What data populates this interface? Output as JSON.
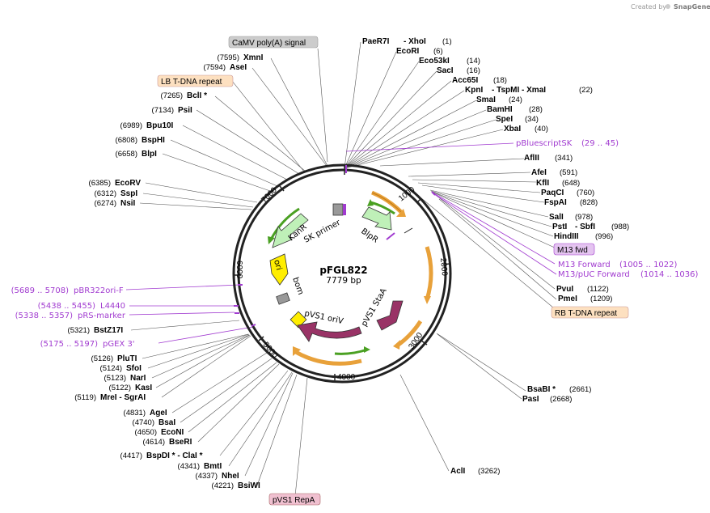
{
  "credit": {
    "text": "Created by",
    "brand": "SnapGene"
  },
  "map": {
    "name": "pFGL822",
    "size": "7779 bp"
  },
  "ticks": [
    "1000",
    "2000",
    "3000",
    "4000",
    "5000",
    "6000",
    "7000"
  ],
  "features_inner": {
    "kanR": "KanR",
    "blpR": "BlpR",
    "sk_primer": "SK primer",
    "ori": "ori",
    "bom": "bom",
    "pvs1_oriv": "pVS1 oriV",
    "pvs1_staa": "pVS1 StaA"
  },
  "boxed": {
    "camv": "CaMV poly(A) signal",
    "lb": "LB T-DNA repeat",
    "rb": "RB T-DNA repeat",
    "repa": "pVS1 RepA",
    "m13fwd": "M13 fwd"
  },
  "sites_right": [
    {
      "name": "PaeR7I",
      "extra": "- XhoI",
      "pos": "(1)"
    },
    {
      "name": "EcoRI",
      "extra": "",
      "pos": "(6)"
    },
    {
      "name": "Eco53kI",
      "extra": "",
      "pos": "(14)"
    },
    {
      "name": "SacI",
      "extra": "",
      "pos": "(16)"
    },
    {
      "name": "Acc65I",
      "extra": "",
      "pos": "(18)"
    },
    {
      "name": "KpnI",
      "extra": "- TspMI - XmaI",
      "pos": "(22)"
    },
    {
      "name": "SmaI",
      "extra": "",
      "pos": "(24)"
    },
    {
      "name": "BamHI",
      "extra": "",
      "pos": "(28)"
    },
    {
      "name": "SpeI",
      "extra": "",
      "pos": "(34)"
    },
    {
      "name": "XbaI",
      "extra": "",
      "pos": "(40)"
    },
    {
      "name": "AflII",
      "extra": "",
      "pos": "(341)"
    },
    {
      "name": "AfeI",
      "extra": "",
      "pos": "(591)"
    },
    {
      "name": "KflI",
      "extra": "",
      "pos": "(648)"
    },
    {
      "name": "PaqCI",
      "extra": "",
      "pos": "(760)"
    },
    {
      "name": "FspAI",
      "extra": "",
      "pos": "(828)"
    },
    {
      "name": "SalI",
      "extra": "",
      "pos": "(978)"
    },
    {
      "name": "PstI",
      "extra": "- SbfI",
      "pos": "(988)"
    },
    {
      "name": "HindIII",
      "extra": "",
      "pos": "(996)"
    },
    {
      "name": "PvuI",
      "extra": "",
      "pos": "(1122)"
    },
    {
      "name": "PmeI",
      "extra": "",
      "pos": "(1209)"
    },
    {
      "name": "BsaBI *",
      "extra": "",
      "pos": "(2661)"
    },
    {
      "name": "PasI",
      "extra": "",
      "pos": "(2668)"
    },
    {
      "name": "AclI",
      "extra": "",
      "pos": "(3262)"
    }
  ],
  "sites_left": [
    {
      "name": "XmnI",
      "pos": "(7595)"
    },
    {
      "name": "AseI",
      "pos": "(7594)"
    },
    {
      "name": "BclI *",
      "pos": "(7265)"
    },
    {
      "name": "PsiI",
      "pos": "(7134)"
    },
    {
      "name": "Bpu10I",
      "pos": "(6989)"
    },
    {
      "name": "BspHI",
      "pos": "(6808)"
    },
    {
      "name": "BlpI",
      "pos": "(6658)"
    },
    {
      "name": "EcoRV",
      "pos": "(6385)"
    },
    {
      "name": "SspI",
      "pos": "(6312)"
    },
    {
      "name": "NsiI",
      "pos": "(6274)"
    },
    {
      "name": "BstZ17I",
      "pos": "(5321)"
    },
    {
      "name": "PluTI",
      "pos": "(5126)"
    },
    {
      "name": "SfoI",
      "pos": "(5124)"
    },
    {
      "name": "NarI",
      "pos": "(5123)"
    },
    {
      "name": "KasI",
      "pos": "(5122)"
    },
    {
      "name": "MreI - SgrAI",
      "pos": "(5119)"
    },
    {
      "name": "AgeI",
      "pos": "(4831)"
    },
    {
      "name": "BsaI",
      "pos": "(4740)"
    },
    {
      "name": "EcoNI",
      "pos": "(4650)"
    },
    {
      "name": "BseRI",
      "pos": "(4614)"
    },
    {
      "name": "BspDI * - ClaI *",
      "pos": "(4417)"
    },
    {
      "name": "BmtI",
      "pos": "(4341)"
    },
    {
      "name": "NheI",
      "pos": "(4337)"
    },
    {
      "name": "BsiWI",
      "pos": "(4221)"
    }
  ],
  "primers": [
    {
      "name": "pBluescriptSK",
      "range": "(29 .. 45)"
    },
    {
      "name": "M13 Forward",
      "range": "(1005 .. 1022)"
    },
    {
      "name": "M13/pUC Forward",
      "range": "(1014 .. 1036)"
    },
    {
      "name": "pBR322ori-F",
      "range": "(5689 .. 5708)"
    },
    {
      "name": "L4440",
      "range": "(5438 .. 5455)"
    },
    {
      "name": "pRS-marker",
      "range": "(5338 .. 5357)"
    },
    {
      "name": "pGEX 3'",
      "range": "(5175 .. 5197)"
    }
  ],
  "colors": {
    "backbone": "#222222",
    "kanR": "#bff0b8",
    "blpR": "#bff0b8",
    "ori": "#ffee00",
    "pvs1": "#993366",
    "primer": "#a13bd0",
    "orange_arc": "#e8a13a",
    "green_arc": "#4aa022",
    "feature_gray": "#999999"
  }
}
